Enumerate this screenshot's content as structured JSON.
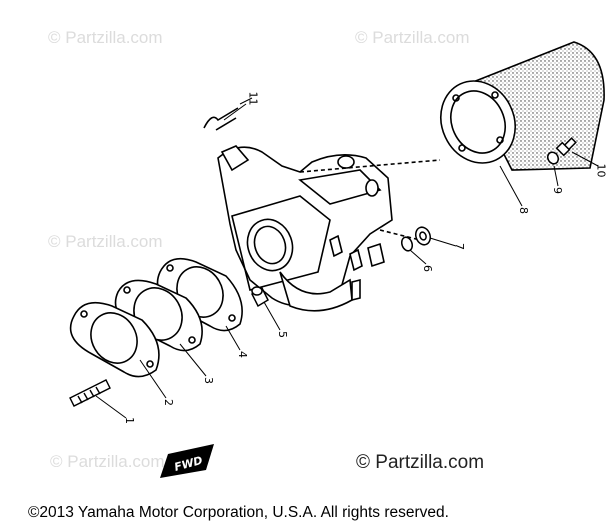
{
  "watermarks": {
    "text": "© Partzilla.com",
    "bottom_text": "© Partzilla.com"
  },
  "footer": {
    "copyright": "©2013  Yamaha Motor Corporation, U.S.A. All rights reserved."
  },
  "fwd_label": "FWD",
  "parts": {
    "p1": "1",
    "p2": "2",
    "p3": "3",
    "p4": "4",
    "p5": "5",
    "p6": "6",
    "p7": "7",
    "p8": "8",
    "p9": "9",
    "p10": "10",
    "p11": "11"
  }
}
